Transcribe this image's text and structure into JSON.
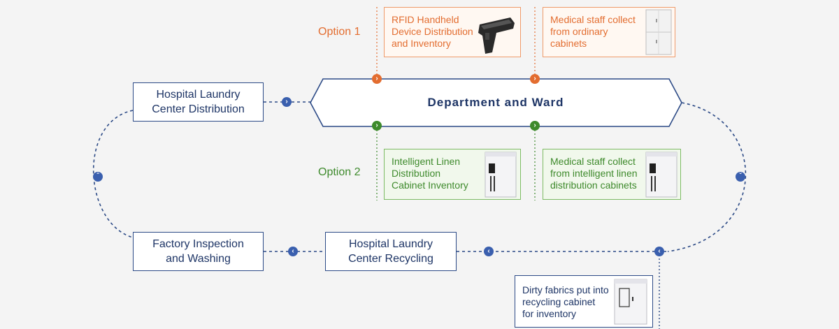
{
  "center": {
    "title": "Department and Ward"
  },
  "nodes": {
    "laundry_distribution": "Hospital Laundry\nCenter Distribution",
    "factory_inspection": "Factory Inspection\nand Washing",
    "laundry_recycling": "Hospital Laundry\nCenter Recycling"
  },
  "options": {
    "option1": {
      "label": "Option 1",
      "card_a": "RFID Handheld\nDevice Distribution\nand Inventory",
      "card_b": "Medical staff collect\nfrom ordinary\ncabinets"
    },
    "option2": {
      "label": "Option 2",
      "card_a": "Intelligent Linen\nDistribution\nCabinet Inventory",
      "card_b": "Medical staff collect\nfrom intelligent linen\ndistribution cabinets"
    }
  },
  "recycling_card": "Dirty fabrics put into\n recycling cabinet\nfor inventory",
  "icons": {
    "handheld": "rfid-handheld-device-icon",
    "ordinary_cabinet": "ordinary-cabinet-icon",
    "smart_cabinet": "intelligent-linen-cabinet-icon",
    "recycling_cabinet": "recycling-cabinet-icon",
    "arrow_right": "chevron-right-icon",
    "arrow_left": "chevron-left-icon",
    "arrow_up": "chevron-up-icon",
    "arrow_down": "chevron-down-icon"
  },
  "colors": {
    "navy": "#2c4a86",
    "option1_orange": "#e36d30",
    "option2_green": "#3e8a2c",
    "background": "#f4f4f4"
  }
}
